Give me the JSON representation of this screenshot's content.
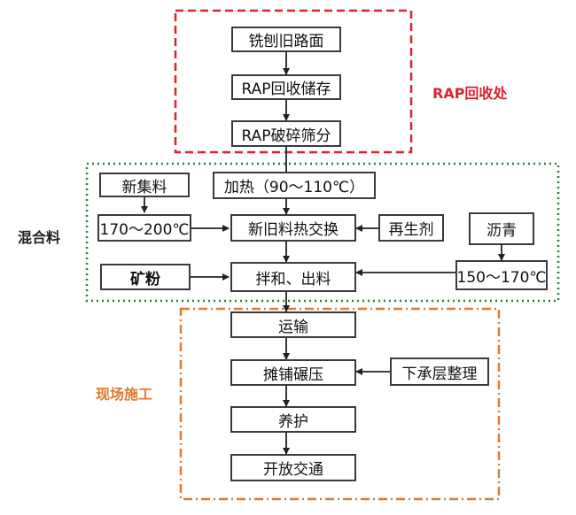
{
  "colors": {
    "rap_region": "#d9232d",
    "mix_region": "#2e7d32",
    "site_region": "#e07a2e",
    "mix_label": "#222222",
    "box_border": "#3a3a3a",
    "arrow": "#222222"
  },
  "regions": {
    "rap": "RAP回收处",
    "mix": "混合料",
    "site": "现场施工"
  },
  "nodes": {
    "milling": "铣刨旧路面",
    "rap_recycle_store": "RAP回收储存",
    "rap_crush_screen": "RAP破碎筛分",
    "new_aggregate": "新集料",
    "heating": "加热（90～110℃）",
    "temp_new_agg": "170～200℃",
    "heat_exchange": "新旧料热交换",
    "rejuvenator": "再生剂",
    "asphalt": "沥青",
    "mineral_powder": "矿粉",
    "mix_discharge": "拌和、出料",
    "temp_asphalt": "150～170℃",
    "transport": "运输",
    "pave_compact": "摊铺碾压",
    "sublayer": "下承层整理",
    "curing": "养护",
    "open_traffic": "开放交通"
  }
}
